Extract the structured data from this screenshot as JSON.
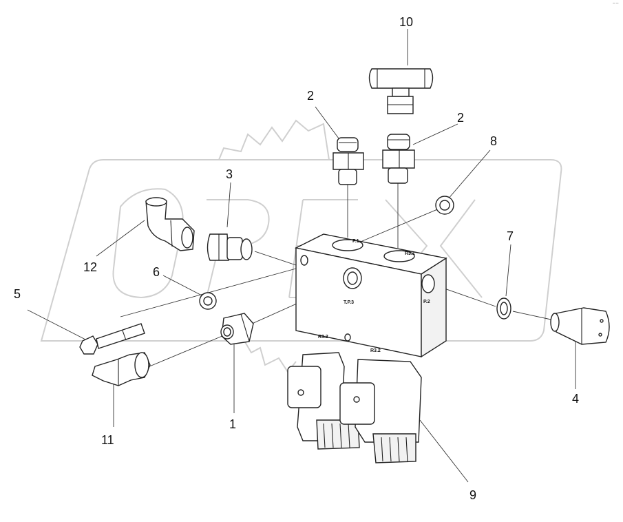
{
  "diagram": {
    "callouts": [
      "1",
      "2",
      "2",
      "3",
      "4",
      "5",
      "6",
      "7",
      "8",
      "9",
      "10",
      "11",
      "12"
    ],
    "port_labels": [
      "T.P.3",
      "P.1",
      "P.2",
      "R3.3",
      "R3.2",
      "R3.1"
    ],
    "watermark": "OPEX",
    "corner_mark": "⁻⁻"
  }
}
